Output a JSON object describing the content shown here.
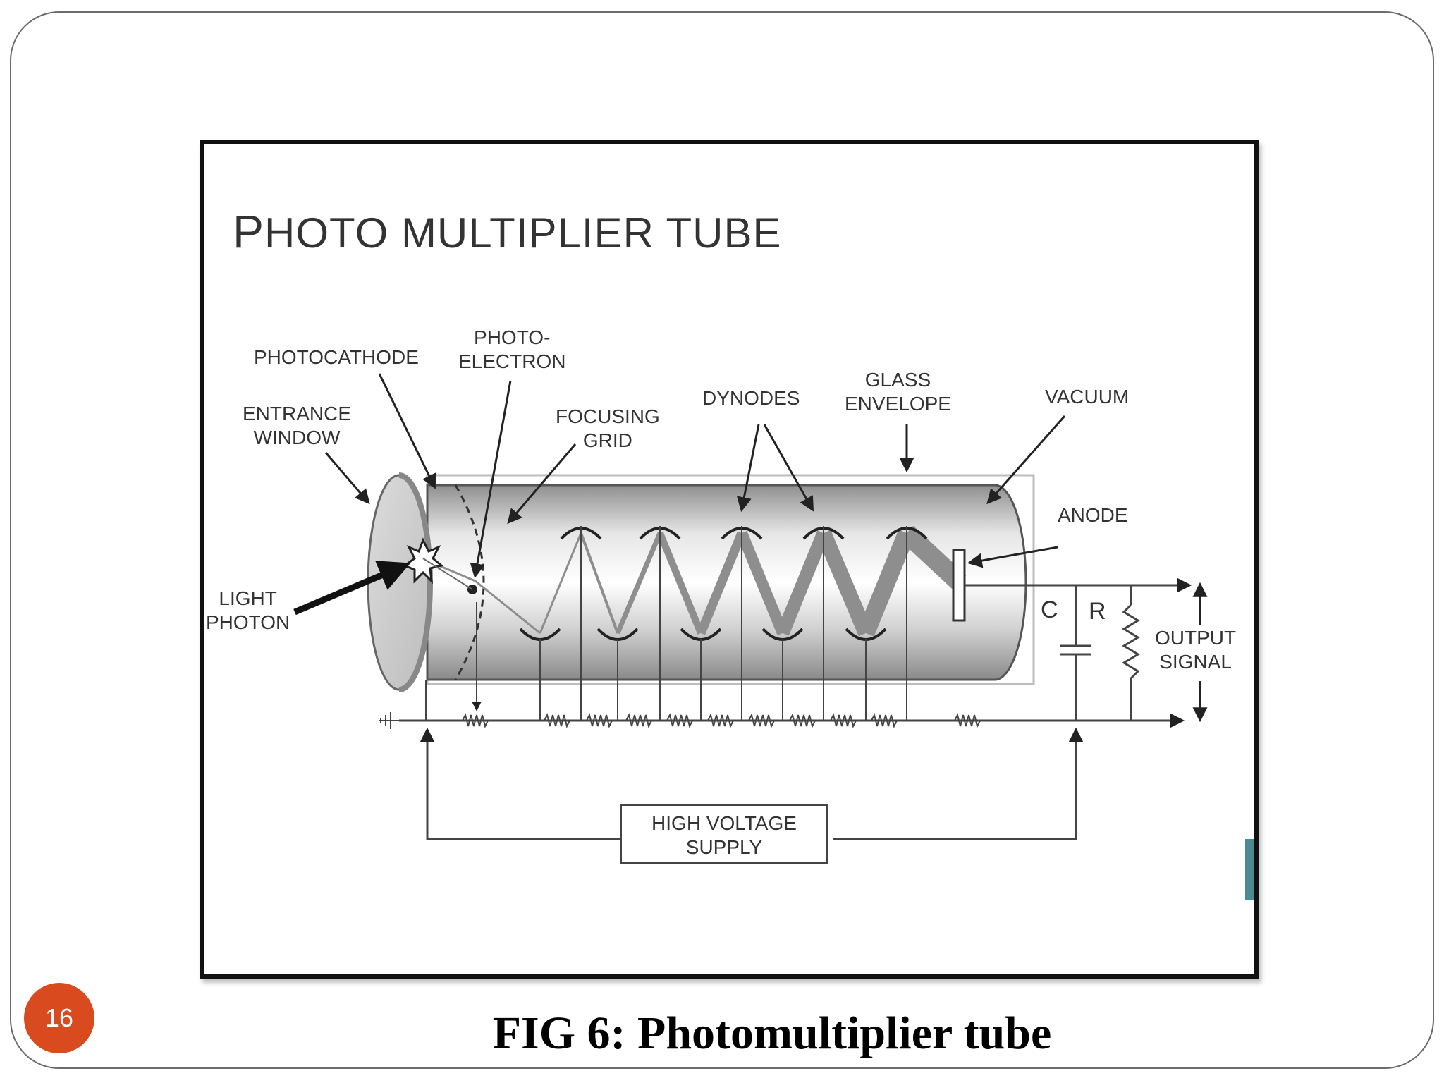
{
  "title": {
    "lead": "P",
    "rest": "HOTO MULTIPLIER TUBE"
  },
  "labels": {
    "photocathode": "PHOTOCATHODE",
    "photoelectron_1": "PHOTO-",
    "photoelectron_2": "ELECTRON",
    "entrance_window_1": "ENTRANCE",
    "entrance_window_2": "WINDOW",
    "focusing_grid_1": "FOCUSING",
    "focusing_grid_2": "GRID",
    "dynodes": "DYNODES",
    "glass_envelope_1": "GLASS",
    "glass_envelope_2": "ENVELOPE",
    "vacuum": "VACUUM",
    "anode": "ANODE",
    "light_photon_1": "LIGHT",
    "light_photon_2": "PHOTON",
    "c": "C",
    "r": "R",
    "output_signal_1": "OUTPUT",
    "output_signal_2": "SIGNAL",
    "hv_supply_1": "HIGH VOLTAGE",
    "hv_supply_2": "SUPPLY"
  },
  "caption": "FIG 6: Photomultiplier tube",
  "page_number": "16",
  "colors": {
    "badge": "#d94a1e",
    "tab": "#4a8a93"
  }
}
